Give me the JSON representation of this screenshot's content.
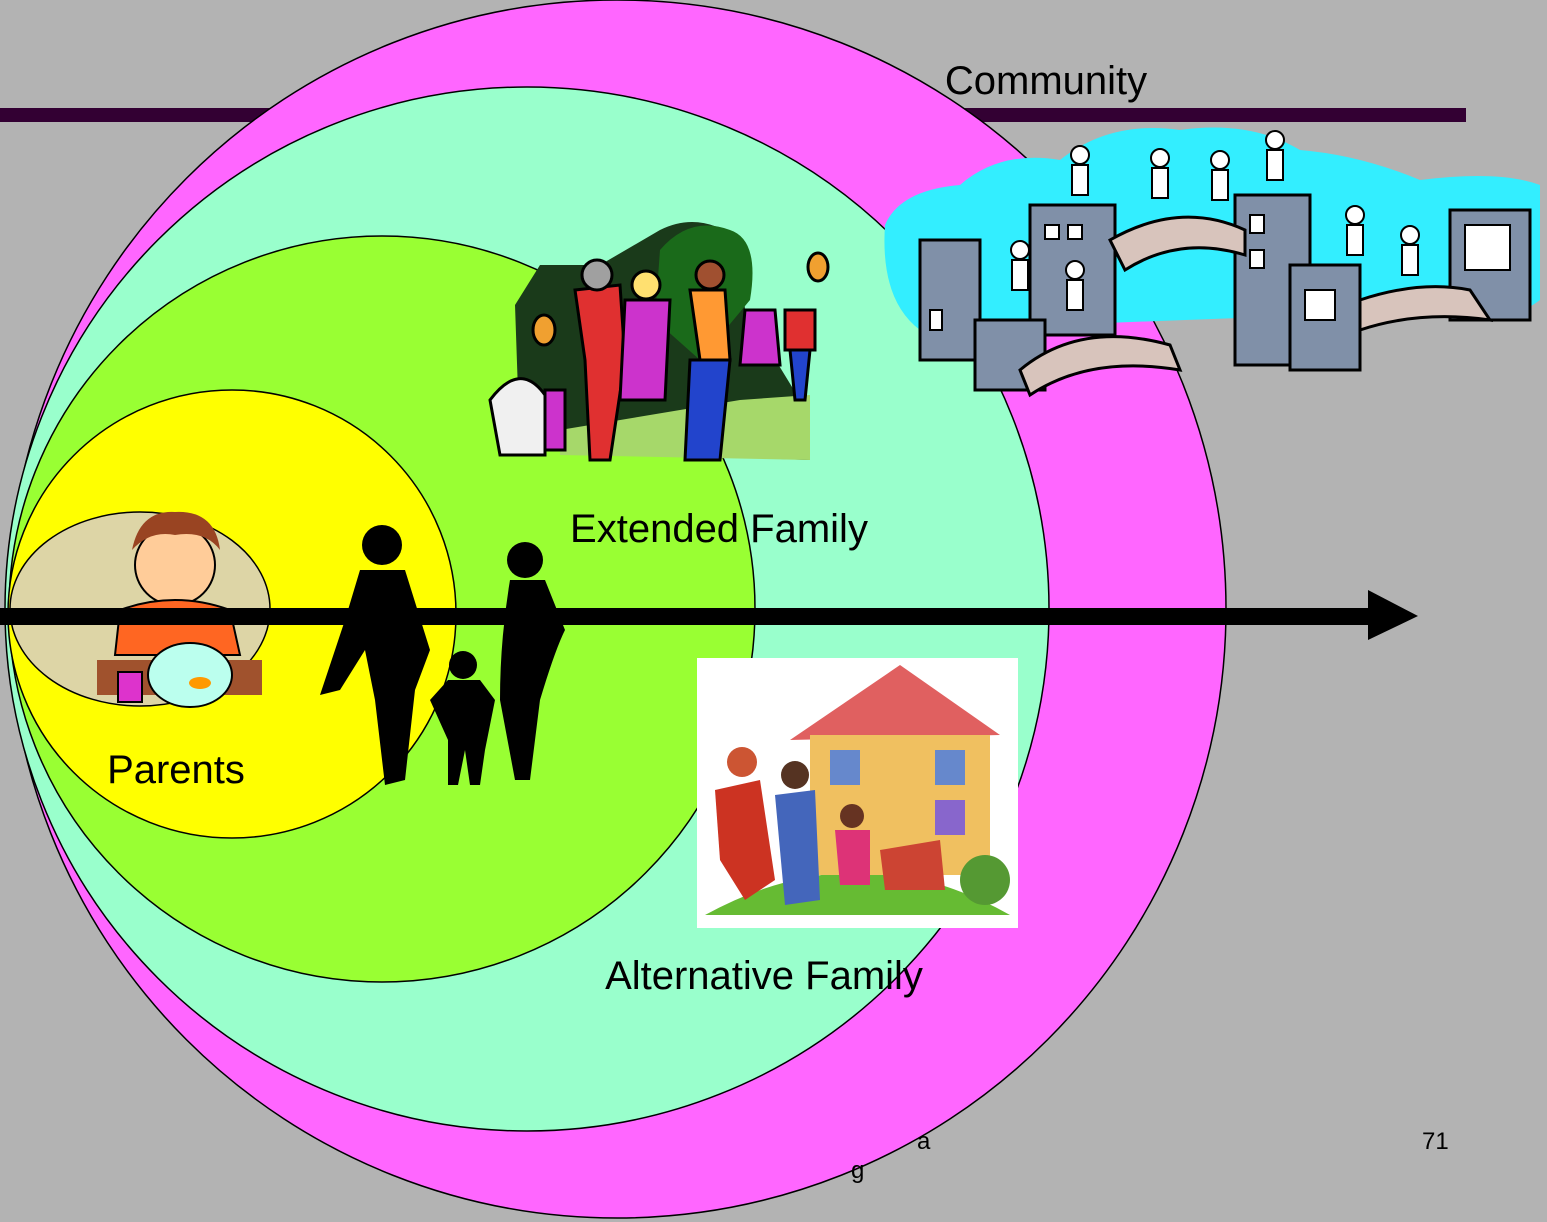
{
  "slide": {
    "page_number": "71",
    "footer_fragment_1": "a",
    "footer_fragment_2": "g"
  },
  "circles": {
    "community": {
      "label": "Community",
      "color": "#ff66ff"
    },
    "alternative_family": {
      "label": "Alternative Family",
      "color": "#99ffcc"
    },
    "extended_family": {
      "label": "Extended Family",
      "color": "#99ff33"
    },
    "parents": {
      "label": "Parents",
      "color": "#ffff00"
    },
    "self": {
      "color": "#ddd5a6"
    }
  },
  "colors": {
    "background": "#b3b3b3",
    "title_bar": "#330033",
    "arrow": "#000000"
  },
  "illustrations": [
    "child-with-fishbowl",
    "family-silhouette",
    "extended-family-party",
    "alternative-family-house",
    "community-city"
  ]
}
